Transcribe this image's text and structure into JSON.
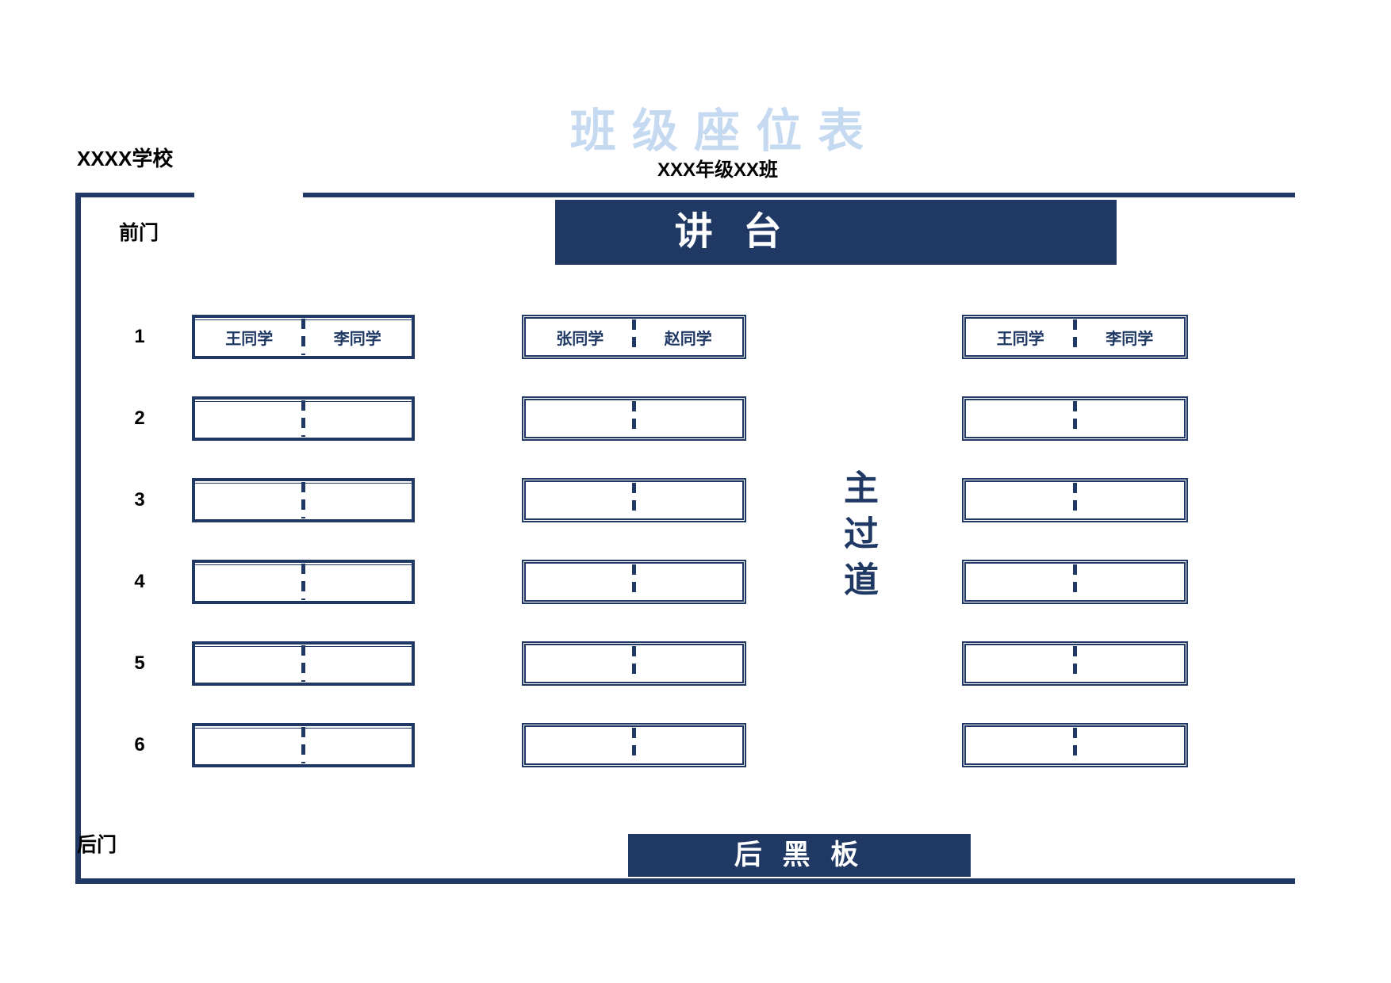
{
  "header": {
    "title": "班 级 座 位 表",
    "school": "XXXX学校",
    "grade_class": "XXX年级XX班"
  },
  "room": {
    "front_door": "前门",
    "back_door": "后门",
    "podium": "讲  台",
    "back_board": "后 黑 板",
    "aisle": "主过道"
  },
  "colors": {
    "navy": "#1f3864",
    "title_blue": "#c5d9f1",
    "text_black": "#000000",
    "seat_text": "#1f3864"
  },
  "rows": [
    {
      "num": "1",
      "seats": [
        {
          "left": "王同学",
          "right": "李同学"
        },
        {
          "left": "张同学",
          "right": "赵同学"
        },
        {
          "left": "王同学",
          "right": "李同学"
        }
      ]
    },
    {
      "num": "2",
      "seats": [
        {
          "left": "",
          "right": ""
        },
        {
          "left": "",
          "right": ""
        },
        {
          "left": "",
          "right": ""
        }
      ]
    },
    {
      "num": "3",
      "seats": [
        {
          "left": "",
          "right": ""
        },
        {
          "left": "",
          "right": ""
        },
        {
          "left": "",
          "right": ""
        }
      ]
    },
    {
      "num": "4",
      "seats": [
        {
          "left": "",
          "right": ""
        },
        {
          "left": "",
          "right": ""
        },
        {
          "left": "",
          "right": ""
        }
      ]
    },
    {
      "num": "5",
      "seats": [
        {
          "left": "",
          "right": ""
        },
        {
          "left": "",
          "right": ""
        },
        {
          "left": "",
          "right": ""
        }
      ]
    },
    {
      "num": "6",
      "seats": [
        {
          "left": "",
          "right": ""
        },
        {
          "left": "",
          "right": ""
        },
        {
          "left": "",
          "right": ""
        }
      ]
    }
  ]
}
